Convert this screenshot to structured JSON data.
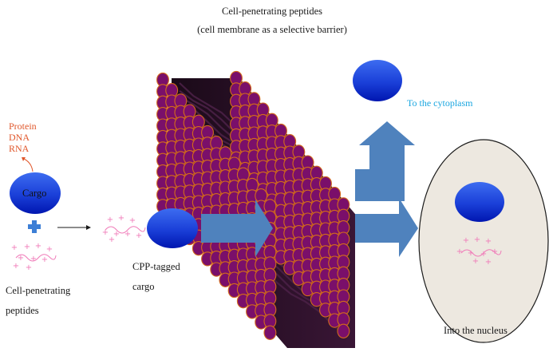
{
  "title": "Cell-penetrating peptides",
  "subtitle": "(cell membrane as a selective barrier)",
  "cargo_types": [
    "Protein",
    "DNA",
    "RNA"
  ],
  "cargo_label": "Cargo",
  "cpp_label_line1": "Cell-penetrating",
  "cpp_label_line2": "peptides",
  "tagged_label_line1": "CPP-tagged",
  "tagged_label_line2": "cargo",
  "cytoplasm_label": "To the cytoplasm",
  "nucleus_label": "Into the nucleus",
  "plus_sign": "+",
  "colors": {
    "cargo_top": "#2f5bdd",
    "cargo_bottom": "#0018b8",
    "membrane_bead": "#7a0f6a",
    "membrane_bead_edge": "#d36a1c",
    "membrane_tail": "#2a1228",
    "arrow": "#4f82bd",
    "cell": "#ede8e0",
    "peptide": "#f07ab8",
    "label_orange": "#e0562a",
    "label_blue": "#1aa6e0",
    "plus_blue": "#3d7fd6"
  }
}
